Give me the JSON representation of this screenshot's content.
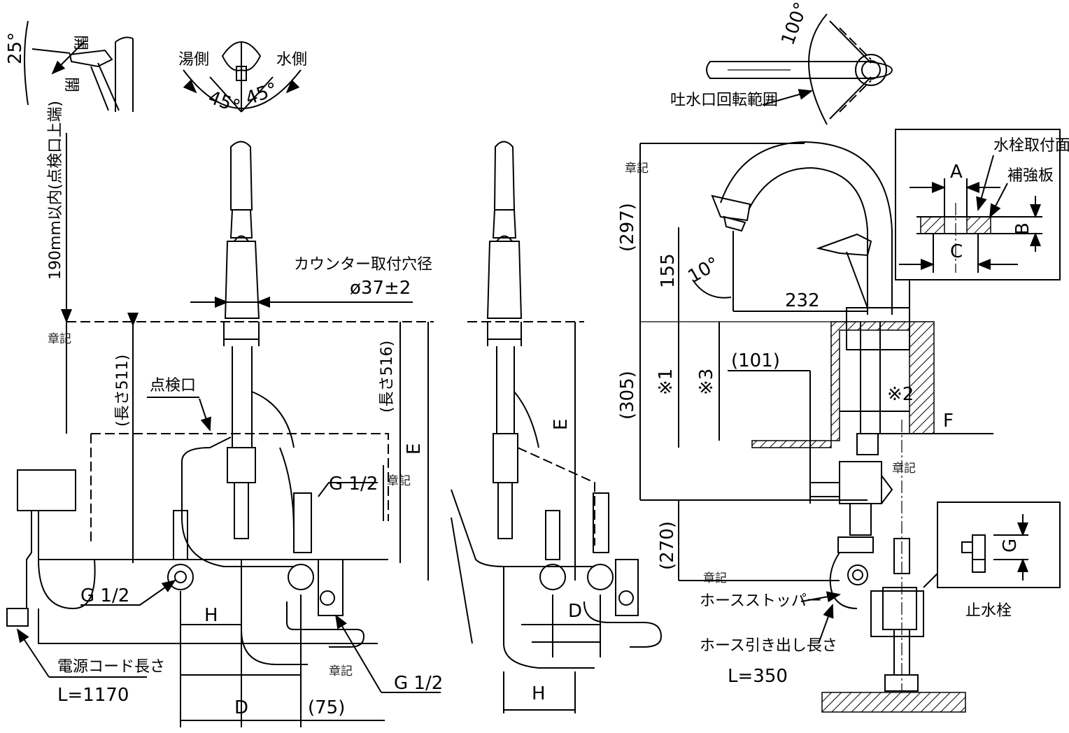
{
  "labels": {
    "open_upper": "開",
    "open_lower": "開",
    "angle_25": "25°",
    "hot_side": "湯側",
    "cold_side": "水側",
    "angle_45_left": "45°",
    "angle_45_right": "45°",
    "spout_rotation_angle": "100°",
    "spout_rotation_range": "吐水口回転範囲",
    "inspection_clearance": "190mm以内(点検口上端)",
    "counter_hole_label": "カウンター取付穴径",
    "counter_hole_value": "ø37±2",
    "length_511": "(長さ511)",
    "length_516": "(長さ516)",
    "inspection_port": "点検口",
    "dim_E_front": "E",
    "dim_E_side": "E",
    "g12_top": "G 1/2",
    "g12_left": "G 1/2",
    "g12_bottom": "G 1/2",
    "dim_H_front": "H",
    "dim_D_front": "D",
    "dim_75": "(75)",
    "dim_D_side": "D",
    "dim_H_side": "H",
    "power_cord_label": "電源コード長さ",
    "power_cord_value": "L=1170",
    "stamp_1": "章記",
    "stamp_2": "章記",
    "stamp_3": "章記",
    "stamp_4": "章記",
    "stamp_5": "章記",
    "stamp_6": "章記",
    "faucet_mount_surface": "水栓取付面",
    "reinforcement_plate": "補強板",
    "dim_A": "A",
    "dim_B": "B",
    "dim_C": "C",
    "dim_297": "(297)",
    "dim_155": "155",
    "angle_10": "10°",
    "dim_232": "232",
    "dim_305": "(305)",
    "dim_101": "(101)",
    "note_1": "※1",
    "note_3": "※3",
    "note_2": "※2",
    "dim_F": "F",
    "dim_270": "(270)",
    "hose_stopper": "ホースストッパー",
    "hose_pull_label": "ホース引き出し長さ",
    "hose_pull_value": "L=350",
    "dim_G": "G",
    "stop_valve": "止水栓"
  }
}
